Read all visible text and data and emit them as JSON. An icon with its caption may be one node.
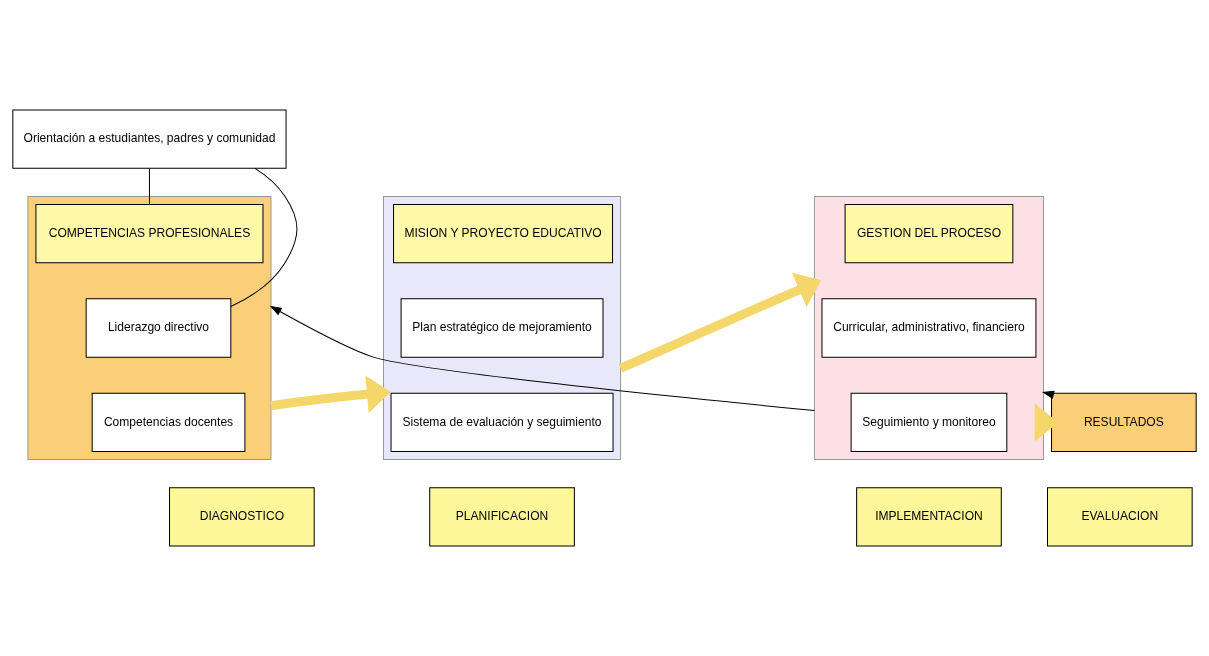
{
  "diagram": {
    "nodes": [
      {
        "text": [
          "Orientación a estudiantes, padres y comunidad"
        ]
      },
      {
        "text": [],
        "shape": "box"
      },
      {
        "text": [
          "COMPETENCIAS PROFESIONALES"
        ],
        "in": 1
      },
      {
        "text": [
          "Liderazgo directivo"
        ],
        "in": 1
      },
      {
        "text": [
          "Competencias docentes"
        ],
        "in": 1
      },
      {
        "text": [],
        "shape": "box"
      },
      {
        "text": [
          "MISION Y PROYECTO EDUCATIVO"
        ],
        "in": 5
      },
      {
        "text": [
          "Plan estratégico de mejoramiento"
        ],
        "in": 5
      },
      {
        "text": [
          "Sistema de evaluación y seguimiento"
        ],
        "in": 5
      },
      {
        "text": [],
        "shape": "box"
      },
      {
        "text": [
          "GESTION DEL PROCESO"
        ],
        "in": 9
      },
      {
        "text": [
          "Curricular, administrativo, financiero"
        ],
        "in": 9
      },
      {
        "text": [
          "Seguimiento y monitoreo"
        ],
        "in": 9
      },
      {
        "text": [
          "RESULTADOS"
        ]
      },
      {
        "text": [
          "DIAGNOSTICO"
        ]
      },
      {
        "text": [
          "PLANIFICACION"
        ]
      },
      {
        "text": [
          "IMPLEMENTACION"
        ]
      },
      {
        "text": [
          "EVALUACION"
        ]
      }
    ],
    "edges": [
      {
        "from": 0,
        "to": 2,
        "arrow": "none"
      },
      {
        "from": 0,
        "to": 3,
        "arrow": "none"
      },
      {
        "from": 1,
        "to": 5,
        "arrow": "to",
        "style": "thick",
        "color": "#f5d66b"
      },
      {
        "from": 5,
        "to": 9,
        "arrow": "to",
        "style": "thick",
        "color": "#f5d66b"
      },
      {
        "from": 9,
        "to": 13,
        "arrow": "to",
        "style": "thick",
        "color": "#f5d66b"
      },
      {
        "from": 13,
        "to": 9,
        "arrow": "to"
      },
      {
        "from": 9,
        "to": 1,
        "arrow": "to"
      }
    ]
  }
}
